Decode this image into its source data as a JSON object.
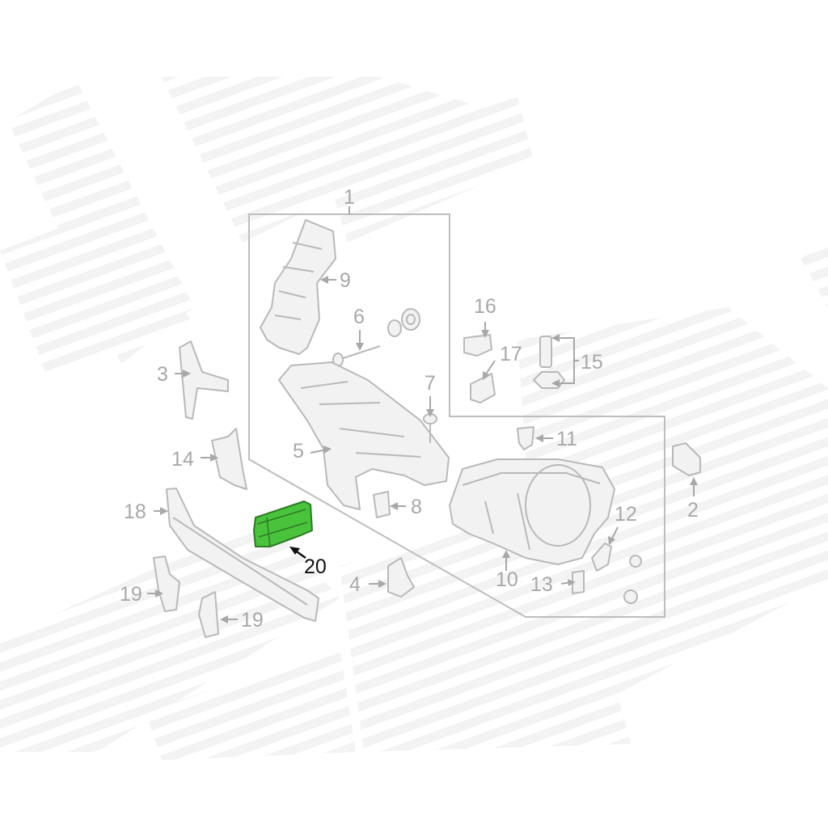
{
  "diagram": {
    "highlight_color": "#49c33b",
    "highlighted_part": "20",
    "callouts": [
      {
        "id": "1",
        "label": "1"
      },
      {
        "id": "2",
        "label": "2"
      },
      {
        "id": "3",
        "label": "3"
      },
      {
        "id": "4",
        "label": "4"
      },
      {
        "id": "5",
        "label": "5"
      },
      {
        "id": "6",
        "label": "6"
      },
      {
        "id": "7",
        "label": "7"
      },
      {
        "id": "8",
        "label": "8"
      },
      {
        "id": "9",
        "label": "9"
      },
      {
        "id": "10",
        "label": "10"
      },
      {
        "id": "11",
        "label": "11"
      },
      {
        "id": "12",
        "label": "12"
      },
      {
        "id": "13",
        "label": "13"
      },
      {
        "id": "14",
        "label": "14"
      },
      {
        "id": "15",
        "label": "15"
      },
      {
        "id": "16",
        "label": "16"
      },
      {
        "id": "17",
        "label": "17"
      },
      {
        "id": "18",
        "label": "18"
      },
      {
        "id": "19a",
        "label": "19"
      },
      {
        "id": "19b",
        "label": "19"
      },
      {
        "id": "20",
        "label": "20"
      }
    ]
  }
}
